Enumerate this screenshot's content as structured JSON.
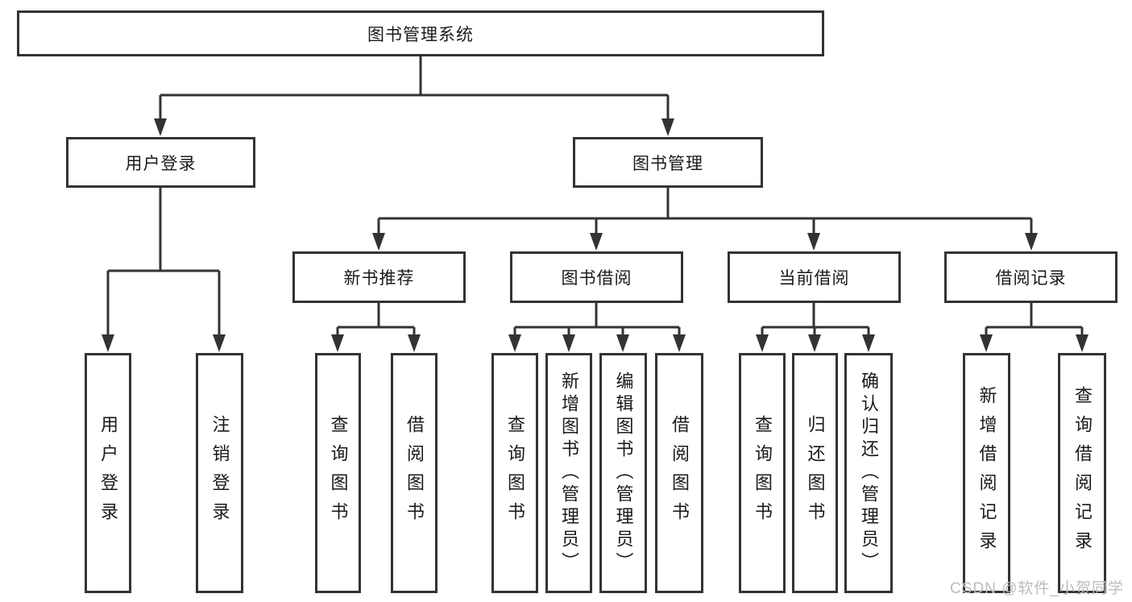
{
  "tree": {
    "root": {
      "label": "图书管理系统",
      "children": [
        {
          "label": "用户登录",
          "children": [
            {
              "label": "用户登录"
            },
            {
              "label": "注销登录"
            }
          ]
        },
        {
          "label": "图书管理",
          "children": [
            {
              "label": "新书推荐",
              "children": [
                {
                  "label": "查询图书"
                },
                {
                  "label": "借阅图书"
                }
              ]
            },
            {
              "label": "图书借阅",
              "children": [
                {
                  "label": "查询图书"
                },
                {
                  "label": "新增图书（管理员）"
                },
                {
                  "label": "编辑图书（管理员）"
                },
                {
                  "label": "借阅图书"
                }
              ]
            },
            {
              "label": "当前借阅",
              "children": [
                {
                  "label": "查询图书"
                },
                {
                  "label": "归还图书"
                },
                {
                  "label": "确认归还（管理员）"
                }
              ]
            },
            {
              "label": "借阅记录",
              "children": [
                {
                  "label": "新增借阅记录"
                },
                {
                  "label": "查询借阅记录"
                }
              ]
            }
          ]
        }
      ]
    }
  },
  "watermark": {
    "text": "CSDN @软件_小贺同学"
  },
  "colors": {
    "line": "#333333",
    "text": "#1a1a1a",
    "background": "#ffffff",
    "watermark": "#bcbcbc"
  }
}
